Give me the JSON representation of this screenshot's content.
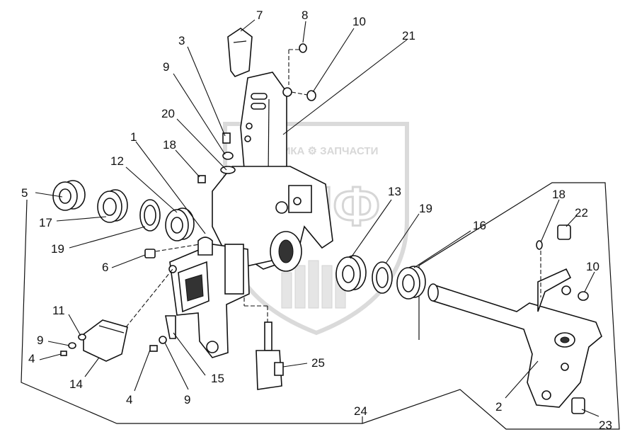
{
  "watermark": {
    "text": "ТЕХНИКА ⚙ ЗАПЧАСТИ",
    "logo": "ЭЛФ",
    "color": "#c8c8c8"
  },
  "callouts": {
    "c1": "1",
    "c2": "2",
    "c3": "3",
    "c4a": "4",
    "c4b": "4",
    "c5": "5",
    "c6": "6",
    "c7": "7",
    "c8": "8",
    "c9a": "9",
    "c9b": "9",
    "c9c": "9",
    "c10a": "10",
    "c10b": "10",
    "c11": "11",
    "c12": "12",
    "c13": "13",
    "c14": "14",
    "c15": "15",
    "c16": "16",
    "c17": "17",
    "c18a": "18",
    "c18b": "18",
    "c19a": "19",
    "c19b": "19",
    "c20": "20",
    "c21": "21",
    "c22": "22",
    "c23": "23",
    "c24": "24",
    "c25": "25"
  },
  "colors": {
    "ink": "#111111",
    "background": "#ffffff",
    "watermark": "#c8c8c8"
  }
}
